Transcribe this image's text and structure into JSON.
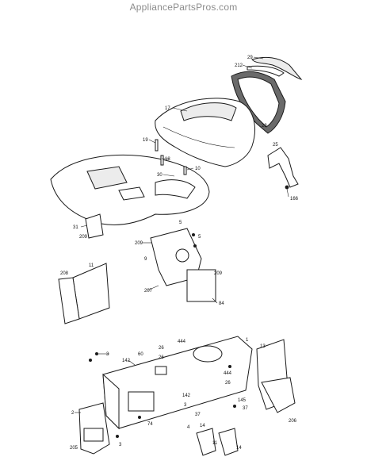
{
  "watermark": "AppliancePartsPros.com",
  "part_labels": {
    "p29": "29",
    "p212": "212",
    "p28": "28",
    "p17": "17",
    "p19": "19",
    "p18": "18",
    "p30": "30",
    "p10": "10",
    "p25": "25",
    "p166": "166",
    "p31": "31",
    "p209a": "209",
    "p5a": "5",
    "p5b": "5",
    "p209b": "209",
    "p9": "9",
    "p208a": "208",
    "p11": "11",
    "p209c": "209",
    "p207": "207",
    "p84": "84",
    "p1": "1",
    "p444a": "444",
    "p26a": "26",
    "p142a": "142",
    "p60": "60",
    "p3a": "3",
    "p26b": "26",
    "p444b": "444",
    "p26c": "26",
    "p13": "13",
    "p142b": "142",
    "p3b": "3",
    "p37a": "37",
    "p37b": "37",
    "p145": "145",
    "p206": "206",
    "p2": "2",
    "p74": "74",
    "p14a": "14",
    "p14b": "14",
    "p205": "205",
    "p3c": "3",
    "p4": "4",
    "p11b": "11"
  }
}
